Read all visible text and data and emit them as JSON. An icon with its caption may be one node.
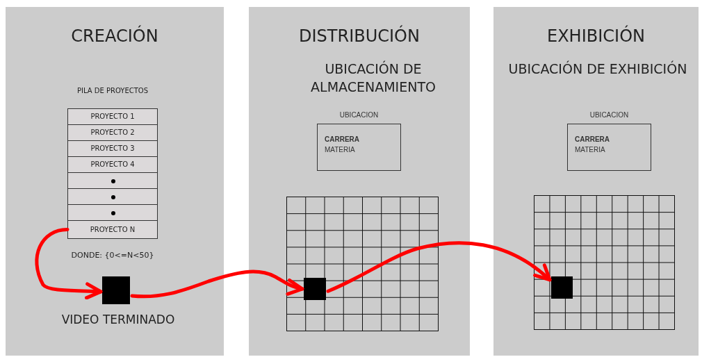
{
  "diagram": {
    "nodes": [
      {
        "text": [
          "CREACIÓN"
        ]
      },
      {
        "text": [
          "PILA DE PROYECTOS"
        ],
        "beside": [
          "DONDE: {0<=N<50}"
        ],
        "in": 0
      },
      {
        "text": [
          "PROYECTO 1"
        ],
        "in": 1
      },
      {
        "text": [
          "PROYECTO 2"
        ],
        "in": 1
      },
      {
        "text": [
          "PROYECTO 3"
        ],
        "in": 1
      },
      {
        "text": [
          "PROYECTO 4"
        ],
        "in": 1
      },
      {
        "text": [],
        "shape": "box",
        "in": 1
      },
      {
        "text": [],
        "shape": "box",
        "in": 1
      },
      {
        "text": [],
        "shape": "box",
        "in": 1
      },
      {
        "text": [
          "PROYECTO N"
        ],
        "in": 1
      },
      {
        "text": [],
        "shape": "box",
        "beside": [
          "VIDEO TERMINADO"
        ],
        "in": 0
      },
      {
        "text": [
          "DISTRIBUCIÓN",
          "UBICACIÓN DE ALMACENAMIENTO"
        ]
      },
      {
        "text": [
          "UBICACION",
          "CARRERA",
          "MATERIA"
        ],
        "in": 11
      },
      {
        "text": [],
        "shape": "grid",
        "in": 11
      },
      {
        "text": [],
        "shape": "box",
        "in": 13
      },
      {
        "text": [
          "EXHIBICIÓN",
          "UBICACIÓN DE EXHIBICIÓN"
        ]
      },
      {
        "text": [
          "UBICACION",
          "CARRERA",
          "MATERIA"
        ],
        "in": 15
      },
      {
        "text": [],
        "shape": "grid",
        "in": 15
      },
      {
        "text": [],
        "shape": "box",
        "in": 17
      }
    ],
    "edges": [
      {
        "from": 9,
        "to": 10,
        "arrow": "to",
        "color": "#ff0000"
      },
      {
        "from": 10,
        "to": 14,
        "arrow": "to",
        "color": "#ff0000"
      },
      {
        "from": 14,
        "to": 18,
        "arrow": "to",
        "color": "#ff0000"
      }
    ]
  }
}
